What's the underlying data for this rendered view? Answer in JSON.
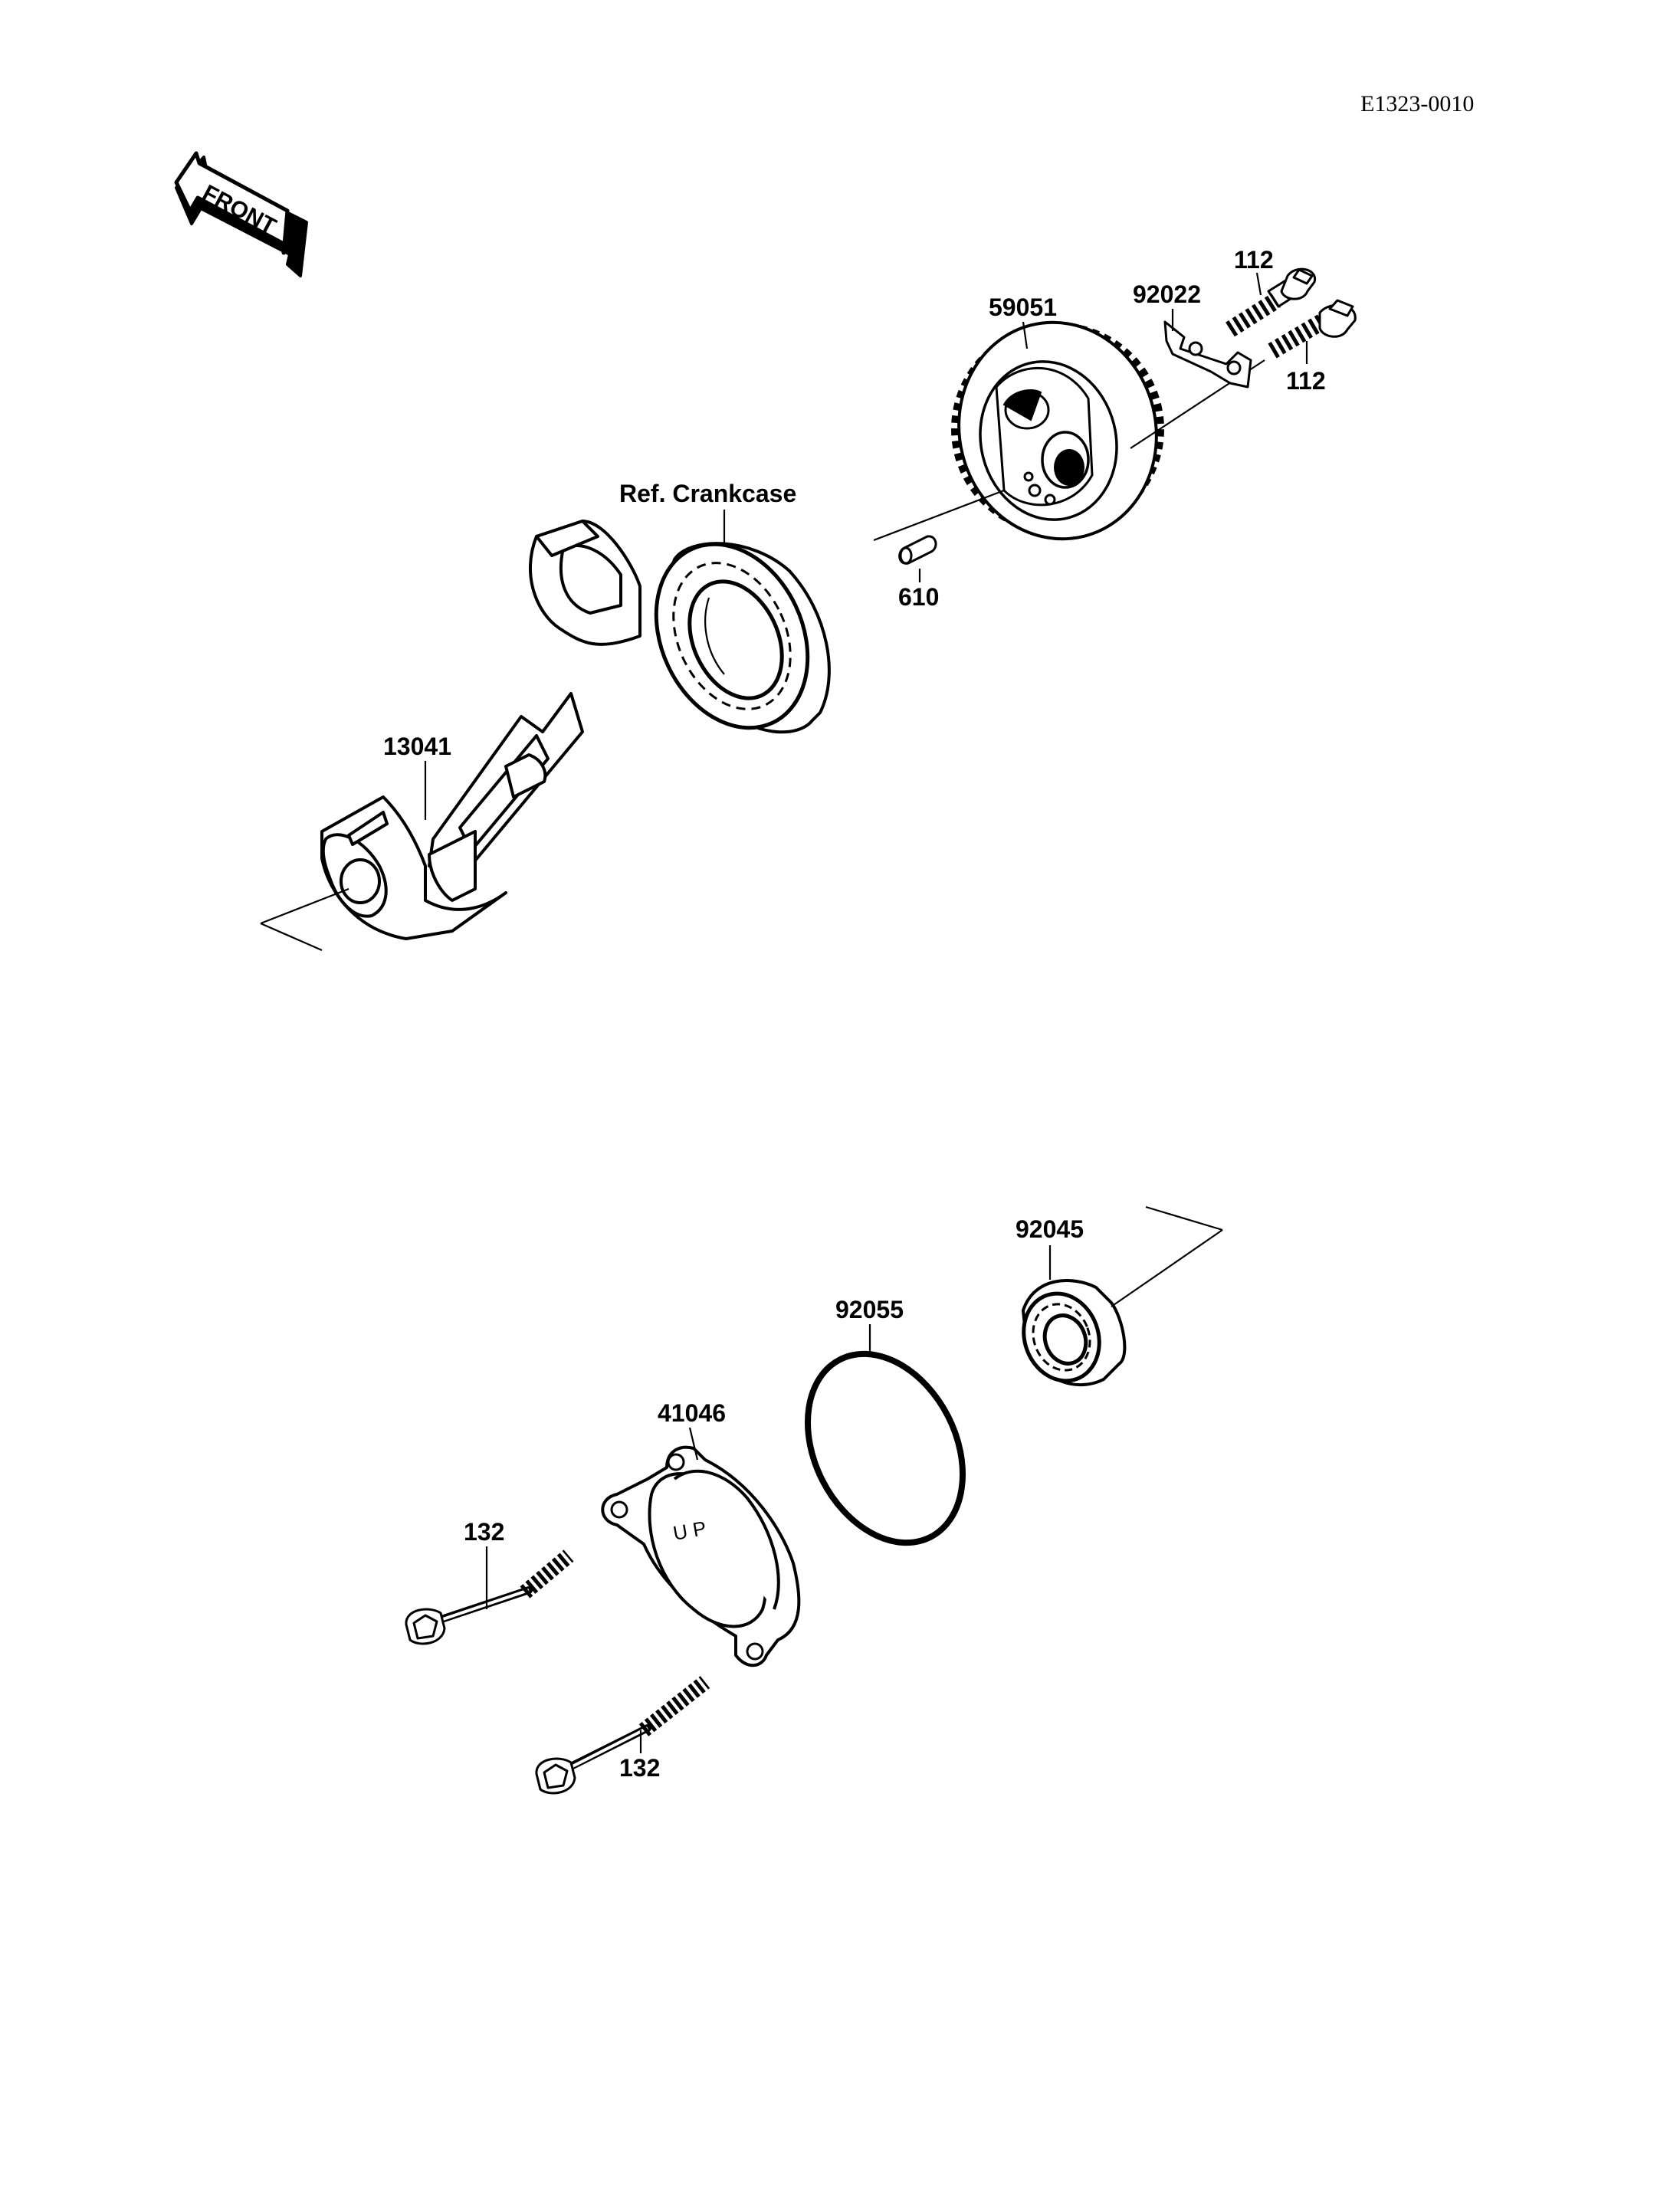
{
  "diagram_code": "E1323-0010",
  "orientation_marker": "FRONT",
  "cover_marking": "U P",
  "reference_label": "Ref. Crankcase",
  "part_labels": {
    "gear": "59051",
    "lock_plate": "92022",
    "bolt_upper": "112",
    "bolt_lower": "112",
    "pin": "610",
    "balancer_shaft": "13041",
    "bearing_small": "92045",
    "o_ring": "92055",
    "cover": "41046",
    "cover_bolt_left": "132",
    "cover_bolt_lower": "132"
  }
}
